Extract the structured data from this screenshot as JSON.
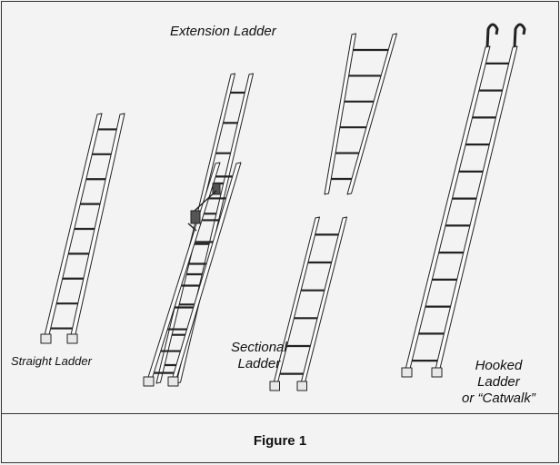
{
  "labels": {
    "extension": "Extension Ladder",
    "straight": "Straight Ladder",
    "sectional_line1": "Sectional",
    "sectional_line2": "Ladder",
    "hooked_line1": "Hooked",
    "hooked_line2": "Ladder",
    "hooked_line3": "or “Catwalk”"
  },
  "caption": "Figure 1",
  "ladders": [
    {
      "name": "straight-ladder",
      "rungs": 9
    },
    {
      "name": "extension-ladder-fly",
      "rungs": 10
    },
    {
      "name": "extension-ladder-base",
      "rungs": 10
    },
    {
      "name": "sectional-ladder-top",
      "rungs": 6
    },
    {
      "name": "sectional-ladder-bottom",
      "rungs": 6
    },
    {
      "name": "hooked-ladder",
      "rungs": 12
    }
  ]
}
